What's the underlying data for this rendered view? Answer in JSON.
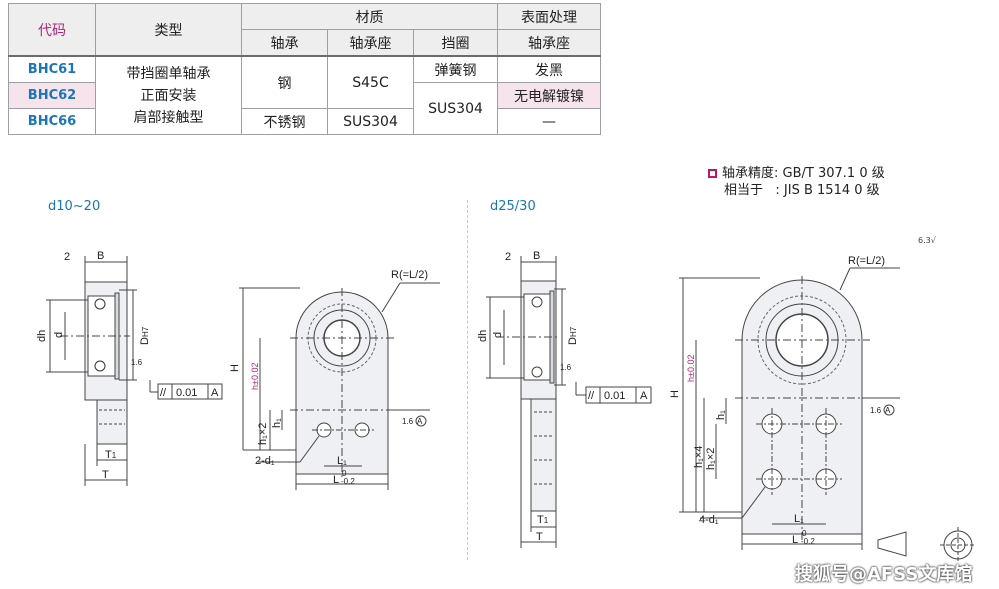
{
  "table": {
    "headers": {
      "code": "代码",
      "type": "类型",
      "material": "材质",
      "surface": "表面处理",
      "bearing": "轴承",
      "housing": "轴承座",
      "retaining_ring": "挡圈",
      "surface_housing": "轴承座"
    },
    "rows": [
      {
        "code": "BHC61"
      },
      {
        "code": "BHC62"
      },
      {
        "code": "BHC66"
      }
    ],
    "type_lines": [
      "带挡圈单轴承",
      "正面安装",
      "肩部接触型"
    ],
    "bearing_material": [
      "钢",
      "不锈钢"
    ],
    "housing_material": [
      "S45C",
      "SUS304"
    ],
    "ring_material": [
      "弹簧钢",
      "SUS304"
    ],
    "surface_treatment": [
      "发黑",
      "无电解镀镍",
      "—"
    ]
  },
  "accuracy": {
    "line1_label": "轴承精度",
    "line1_value": ": GB/T 307.1  0  级",
    "line2_label": "相当于",
    "line2_value": ": JIS  B 1514  0  级"
  },
  "sections": {
    "left": "d10~20",
    "right": "d25/30"
  },
  "dims": {
    "b": "B",
    "two": "2",
    "dh": "dh",
    "d": "d",
    "D": "D",
    "D_sub": "H7",
    "T": "T",
    "T1": "T",
    "T1_sub": "1",
    "tol": "0.01",
    "datum": "A",
    "rough16": "1.6",
    "R": "R(=L/2)",
    "H": "H",
    "h_tol": "h±0.02",
    "h1": "h₁",
    "h1x2": "h₁×2",
    "h1x4": "h₁×4",
    "holes2": "2-d₁",
    "holes4": "4-d₁",
    "L1": "L₁",
    "L": "L",
    "L_tol_up": "0",
    "L_tol_low": "-0.2",
    "rough63": "6.3"
  },
  "watermark": "搜狐号@AFSS文库馆"
}
